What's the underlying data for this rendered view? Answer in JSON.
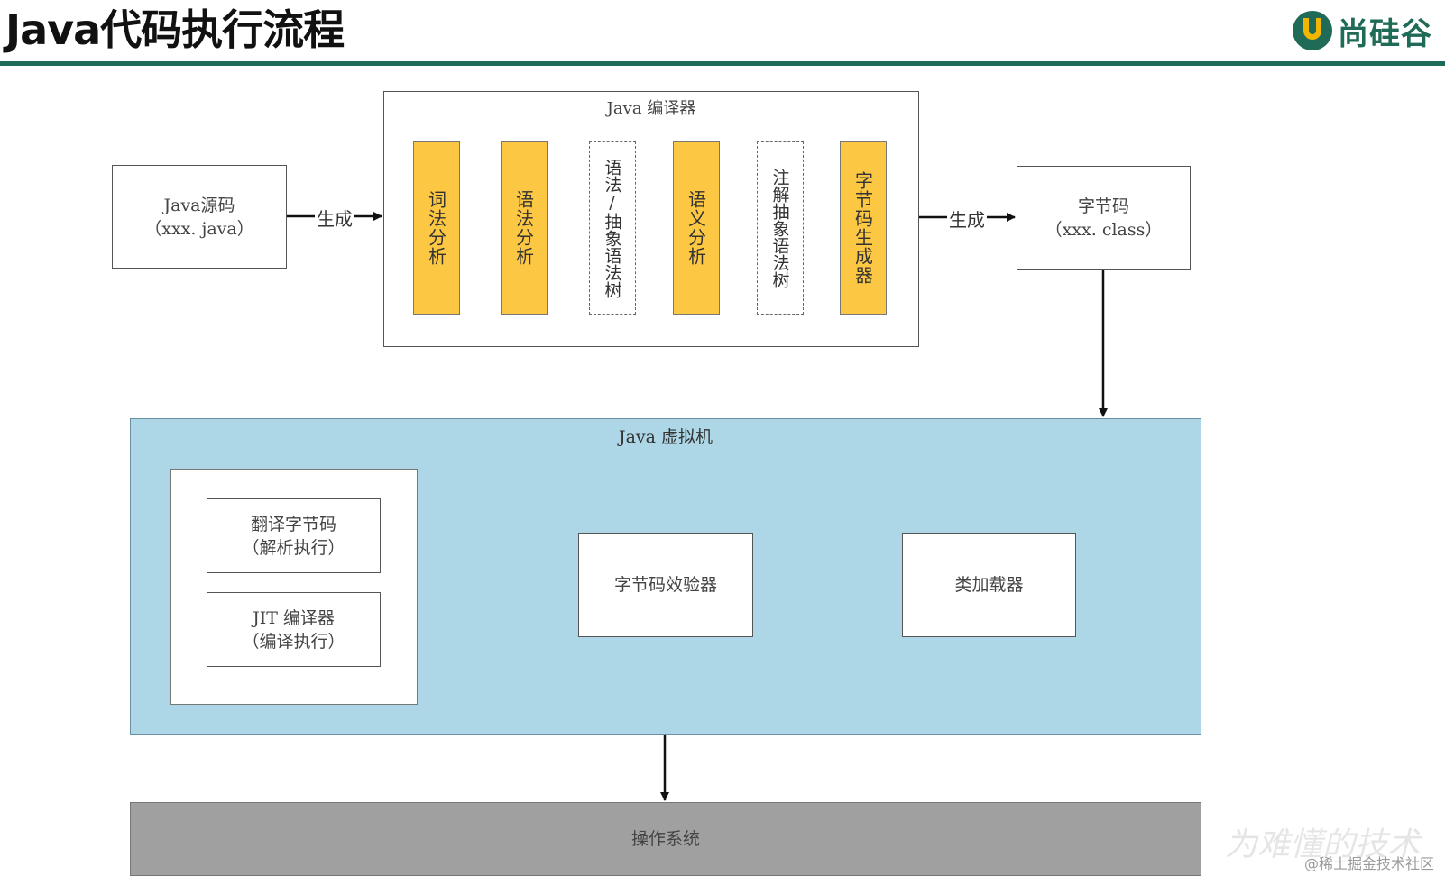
{
  "header": {
    "title": "Java代码执行流程",
    "logo_text": "尚硅谷"
  },
  "compiler": {
    "title": "Java 编译器",
    "stages": [
      {
        "label": "词法分析",
        "style": "solid"
      },
      {
        "label": "语法分析",
        "style": "solid"
      },
      {
        "label": "语法/抽象语法树",
        "style": "dashed"
      },
      {
        "label": "语义分析",
        "style": "solid"
      },
      {
        "label": "注解抽象语法树",
        "style": "dashed"
      },
      {
        "label": "字节码生成器",
        "style": "solid"
      }
    ]
  },
  "source": {
    "line1": "Java源码",
    "line2": "（xxx. java）"
  },
  "bytecode": {
    "line1": "字节码",
    "line2": "（xxx. class）"
  },
  "edge_labels": {
    "generate_in": "生成",
    "generate_out": "生成"
  },
  "vm": {
    "title": "Java 虚拟机",
    "interpreter": {
      "line1": "翻译字节码",
      "line2": "（解析执行）"
    },
    "jit": {
      "line1": "JIT 编译器",
      "line2": "（编译执行）"
    },
    "verifier": "字节码效验器",
    "class_loader": "类加载器"
  },
  "os": {
    "label": "操作系统"
  },
  "watermark": {
    "faint": "为难懂的技术",
    "credit": "@稀土掘金技术社区"
  },
  "colors": {
    "header_rule": "#1e6a58",
    "stage_fill": "#fcc742",
    "vm_fill": "#add6e6",
    "os_fill": "#a0a0a0"
  }
}
